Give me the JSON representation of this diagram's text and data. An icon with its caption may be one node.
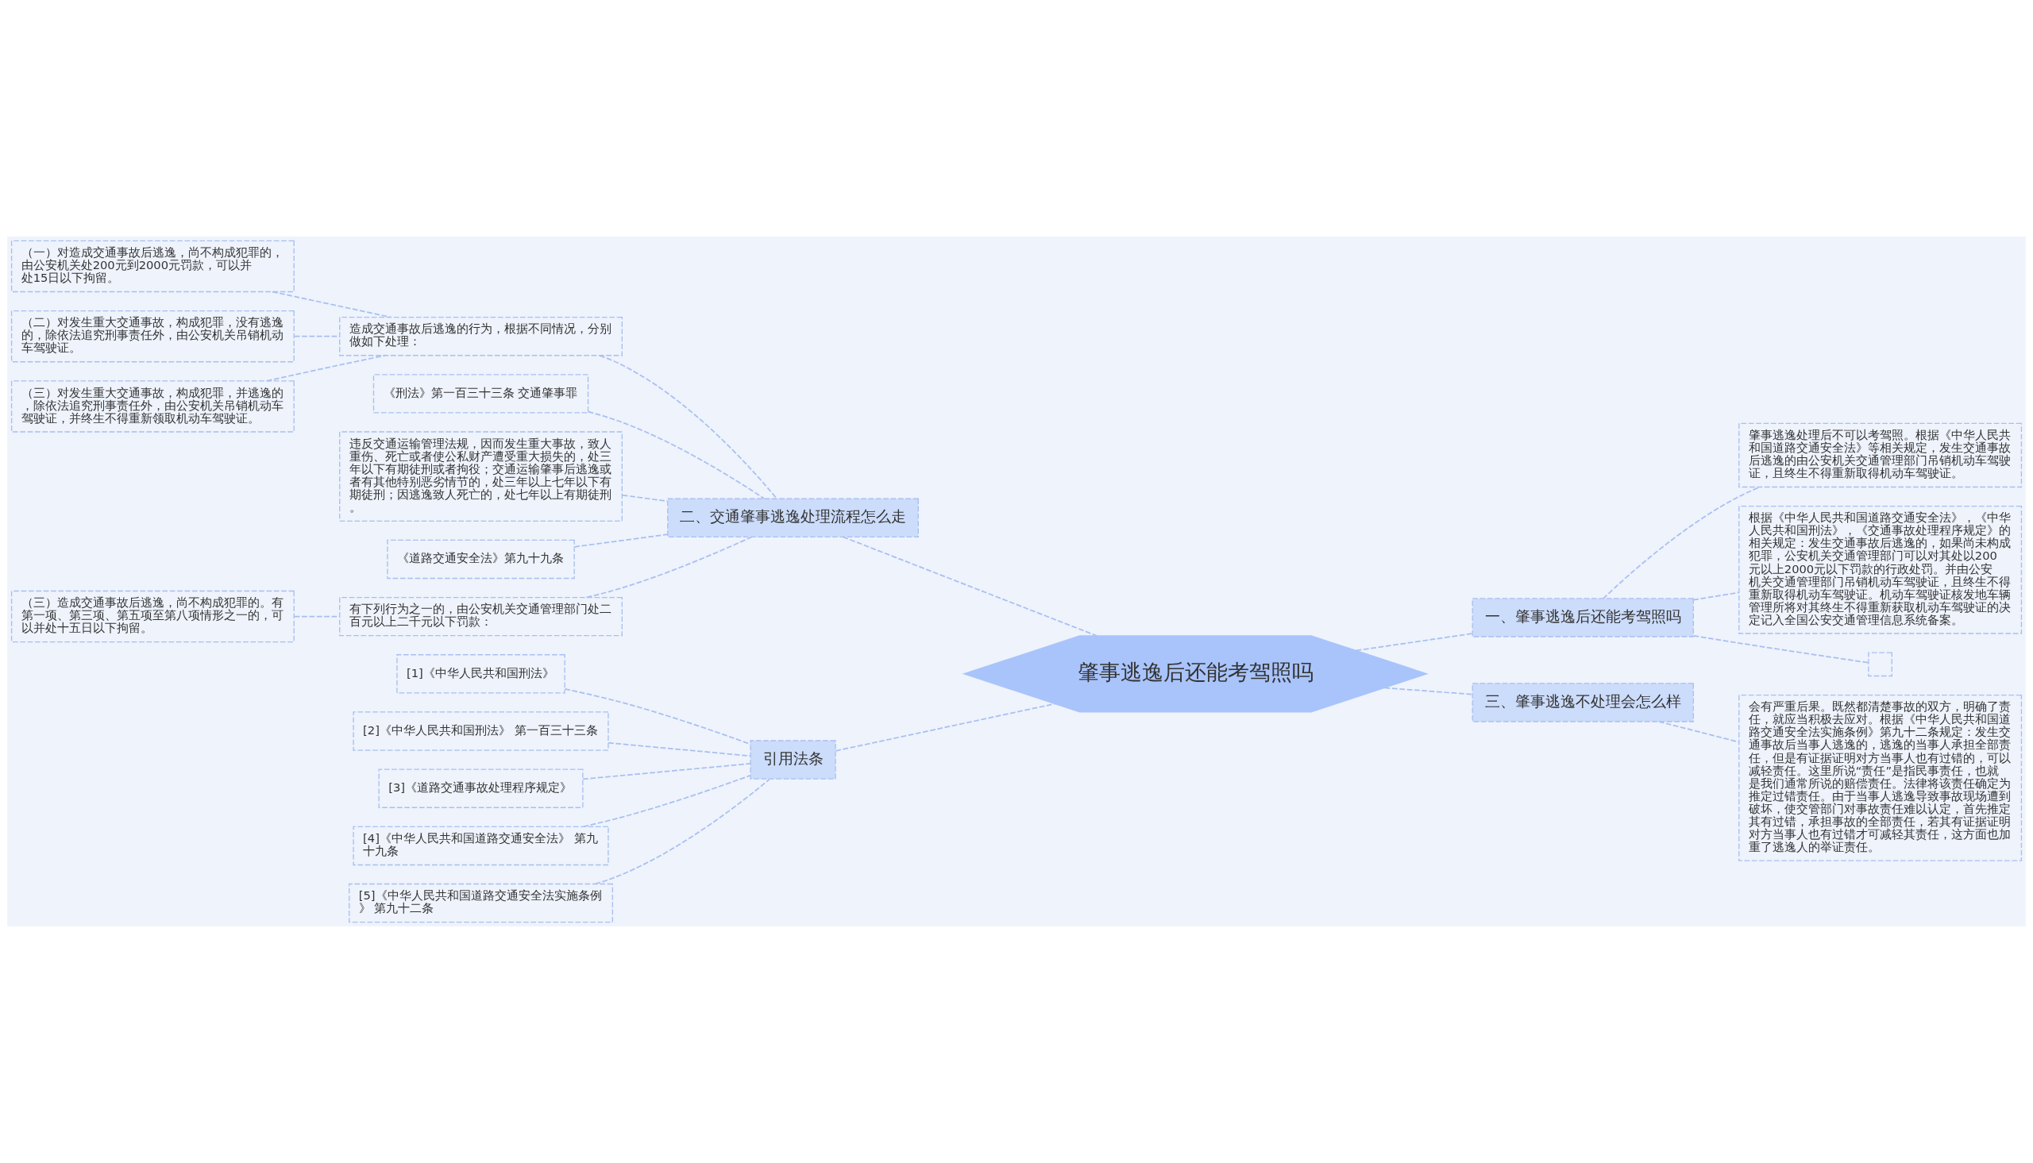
{
  "diagram": {
    "nodes": [
      {
        "text": [
          "肇事逃逸后还能考驾照吗"
        ]
      },
      {
        "text": [
          "一、肇事逃逸后还能考驾照吗"
        ]
      },
      {
        "text": [
          "肇事逃逸处理后不可以考驾照。根据《中华人民共和国道路交通安全法》等相关规定，发生交通事故后逃逸的由公安机关交通管理部门吊销机动车驾驶证，且终生不得重新取得机动车驾驶证。"
        ]
      },
      {
        "text": [
          "根据《中华人民共和国道路交通安全法》，《中华人民共和国刑法》，《交通事故处理程序规定》的相关规定：发生交通事故后逃逸的，如果尚未构成犯罪，公安机关交通管理部门可以对其处以200元以上2000元以下罚款的行政处罚。并由公安机关交通管理部门吊销机动车驾驶证，且终生不得重新取得机动车驾驶证。机动车驾驶证核发地车辆管理所将对其终生不得重新获取机动车驾驶证的决定记入全国公安交通管理信息系统备案。"
        ]
      },
      {
        "text": [],
        "shape": "box"
      },
      {
        "text": [
          "三、肇事逃逸不处理会怎么样"
        ]
      },
      {
        "text": [
          "会有严重后果。既然都清楚事故的双方，明确了责任，就应当积极去应对。根据《中华人民共和国道路交通安全法实施条例》第九十二条规定：发生交通事故后当事人逃逸的，逃逸的当事人承担全部责任，但是有证据证明对方当事人也有过错的，可以减轻责任。这里所说“责任”是指民事责任，也就是我们通常所说的赔偿责任。法律将该责任确定为推定过错责任。由于当事人逃逸导致事故现场遭到破坏，使交管部门对事故责任难以认定，首先推定其有过错，承担事故的全部责任，若其有证据证明对方当事人也有过错才可减轻其责任，这方面也加重了逃逸人的举证责任。"
        ]
      },
      {
        "text": [
          "二、交通肇事逃逸处理流程怎么走"
        ]
      },
      {
        "text": [
          "造成交通事故后逃逸的行为，根据不同情况，分别做如下处理："
        ]
      },
      {
        "text": [
          "（一）对造成交通事故后逃逸，尚不构成犯罪的，由公安机关处200元到2000元罚款，可以并处15日以下拘留。"
        ]
      },
      {
        "text": [
          "（二）对发生重大交通事故，构成犯罪，没有逃逸的，除依法追究刑事责任外，由公安机关吊销机动车驾驶证。"
        ]
      },
      {
        "text": [
          "（三）对发生重大交通事故，构成犯罪，并逃逸的，除依法追究刑事责任外，由公安机关吊销机动车驾驶证，并终生不得重新领取机动车驾驶证。"
        ]
      },
      {
        "text": [
          "《刑法》第一百三十三条 交通肇事罪"
        ]
      },
      {
        "text": [
          "违反交通运输管理法规，因而发生重大事故，致人重伤、死亡或者使公私财产遭受重大损失的，处三年以下有期徒刑或者拘役；交通运输肇事后逃逸或者有其他特别恶劣情节的，处三年以上七年以下有期徒刑；因逃逸致人死亡的，处七年以上有期徒刑。"
        ]
      },
      {
        "text": [
          "《道路交通安全法》第九十九条"
        ]
      },
      {
        "text": [
          "有下列行为之一的，由公安机关交通管理部门处二百元以上二千元以下罚款："
        ]
      },
      {
        "text": [
          "（三）造成交通事故后逃逸，尚不构成犯罪的。有第一项、第三项、第五项至第八项情形之一的，可以并处十五日以下拘留。"
        ]
      },
      {
        "text": [
          "引用法条"
        ]
      },
      {
        "text": [
          "[1]《中华人民共和国刑法》"
        ]
      },
      {
        "text": [
          "[2]《中华人民共和国刑法》 第一百三十三条"
        ]
      },
      {
        "text": [
          "[3]《道路交通事故处理程序规定》"
        ]
      },
      {
        "text": [
          "[4]《中华人民共和国道路交通安全法》 第九十九条"
        ]
      },
      {
        "text": [
          "[5]《中华人民共和国道路交通安全法实施条例》 第九十二条"
        ]
      }
    ],
    "edges": [
      {
        "from": 0,
        "to": 1,
        "arrow": "none",
        "style": "dashed"
      },
      {
        "from": 1,
        "to": 2,
        "arrow": "none",
        "style": "dashed"
      },
      {
        "from": 1,
        "to": 3,
        "arrow": "none",
        "style": "dashed"
      },
      {
        "from": 1,
        "to": 4,
        "arrow": "none",
        "style": "dashed"
      },
      {
        "from": 0,
        "to": 5,
        "arrow": "none",
        "style": "dashed"
      },
      {
        "from": 5,
        "to": 6,
        "arrow": "none",
        "style": "dashed"
      },
      {
        "from": 0,
        "to": 7,
        "arrow": "none",
        "style": "dashed"
      },
      {
        "from": 7,
        "to": 8,
        "arrow": "none",
        "style": "dashed"
      },
      {
        "from": 8,
        "to": 9,
        "arrow": "none",
        "style": "dashed"
      },
      {
        "from": 8,
        "to": 10,
        "arrow": "none",
        "style": "dashed"
      },
      {
        "from": 8,
        "to": 11,
        "arrow": "none",
        "style": "dashed"
      },
      {
        "from": 7,
        "to": 12,
        "arrow": "none",
        "style": "dashed"
      },
      {
        "from": 7,
        "to": 13,
        "arrow": "none",
        "style": "dashed"
      },
      {
        "from": 7,
        "to": 14,
        "arrow": "none",
        "style": "dashed"
      },
      {
        "from": 7,
        "to": 15,
        "arrow": "none",
        "style": "dashed"
      },
      {
        "from": 15,
        "to": 16,
        "arrow": "none",
        "style": "dashed"
      },
      {
        "from": 0,
        "to": 17,
        "arrow": "none",
        "style": "dashed"
      },
      {
        "from": 17,
        "to": 18,
        "arrow": "none",
        "style": "dashed"
      },
      {
        "from": 17,
        "to": 19,
        "arrow": "none",
        "style": "dashed"
      },
      {
        "from": 17,
        "to": 20,
        "arrow": "none",
        "style": "dashed"
      },
      {
        "from": 17,
        "to": 21,
        "arrow": "none",
        "style": "dashed"
      },
      {
        "from": 17,
        "to": 22,
        "arrow": "none",
        "style": "dashed"
      }
    ]
  }
}
